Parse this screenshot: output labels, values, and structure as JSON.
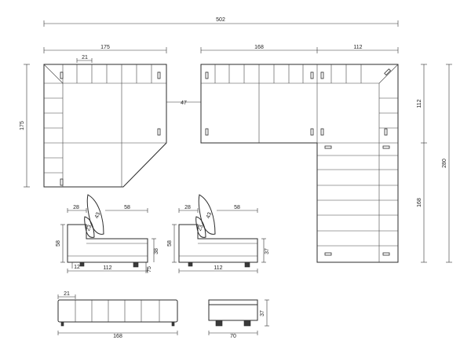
{
  "dimensions": {
    "overall_width": "502",
    "left_block_width": "175",
    "left_block_height": "175",
    "cushion_width_left": "21",
    "middle_block_width": "168",
    "right_block_width": "112",
    "right_block_top_height": "112",
    "right_block_lower_height": "168",
    "right_total_height": "280",
    "gap_between_blocks": "47",
    "sofa1_back_depth": "28",
    "sofa1_seat_depth": "58",
    "sofa1_height": "58",
    "sofa1_pillow_a": "43",
    "sofa1_pillow_b": "23",
    "sofa1_seat_height": "38",
    "sofa1_leg": "12",
    "sofa1_length": "112",
    "sofa1_total_height": "75",
    "sofa2_back_depth": "28",
    "sofa2_seat_depth": "58",
    "sofa2_height": "58",
    "sofa2_pillow_a": "43",
    "sofa2_pillow_b": "23",
    "sofa2_seat_height": "37",
    "sofa2_length": "112",
    "bench_cushion": "21",
    "bench_length": "168",
    "ottoman_height": "37",
    "ottoman_width": "70"
  }
}
